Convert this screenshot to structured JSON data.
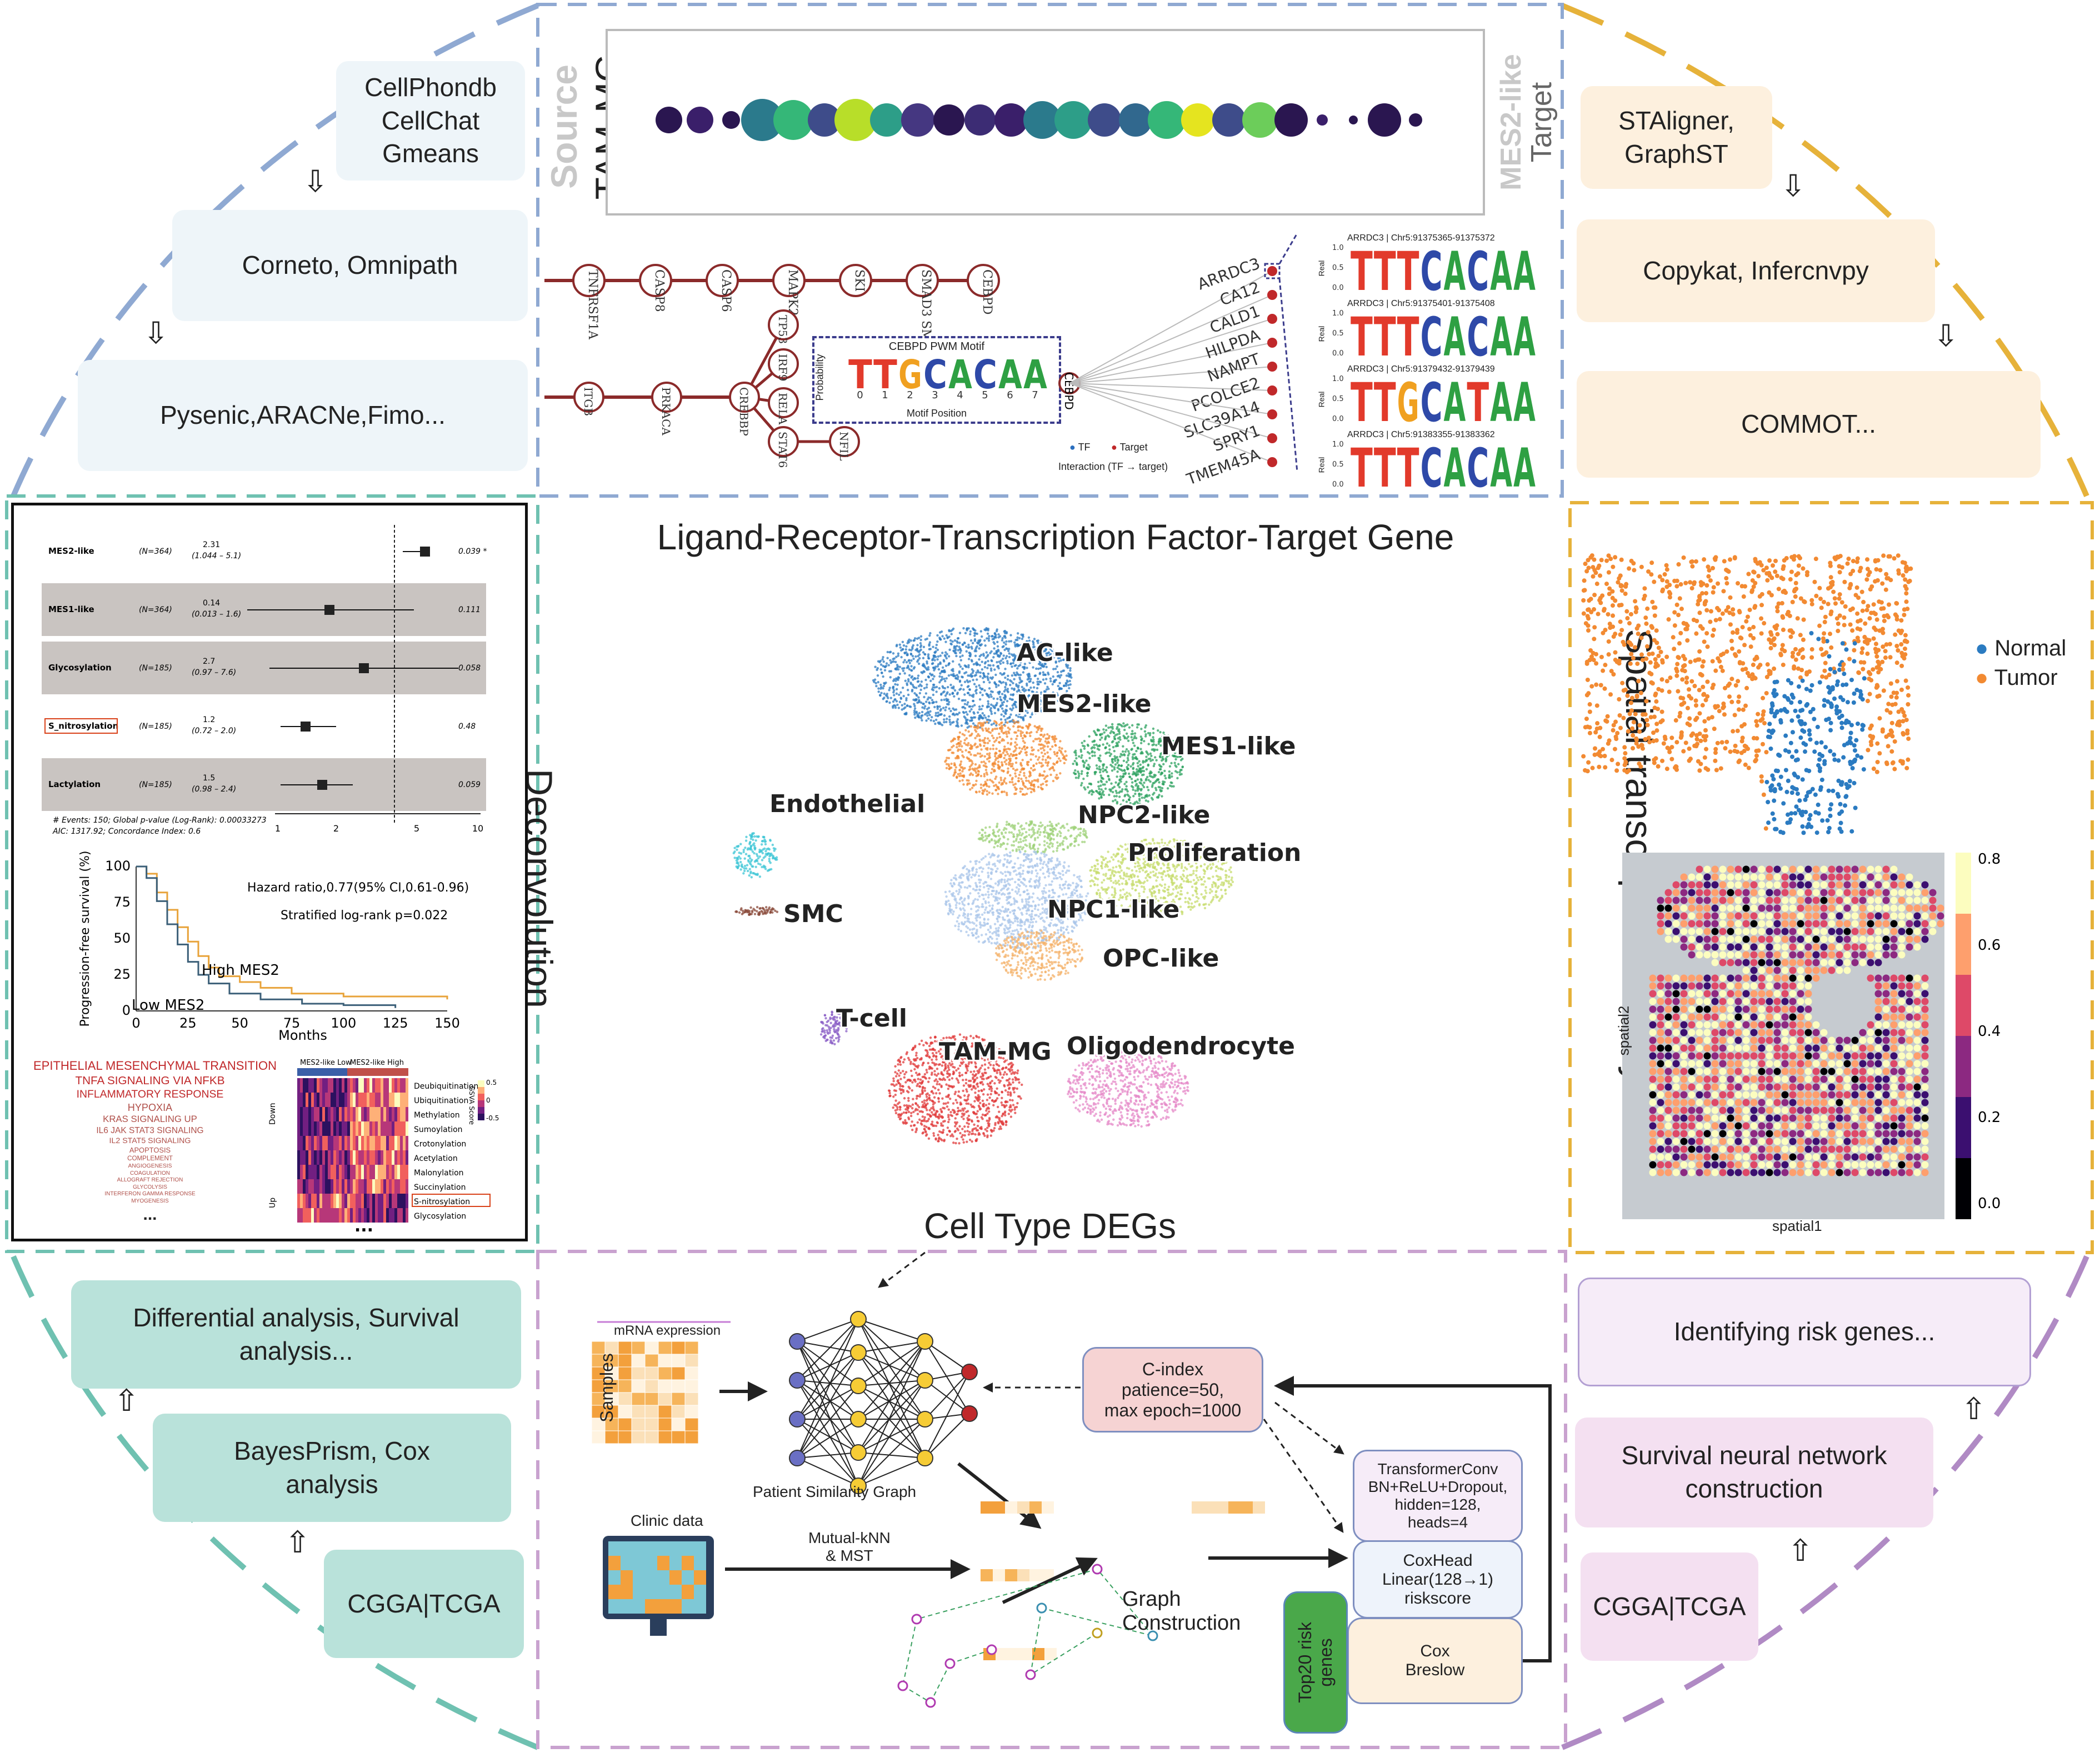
{
  "colors": {
    "blue": "#8fa9d2",
    "orange": "#e6b23a",
    "teal": "#6fc1b1",
    "purple": "#b08ac4"
  },
  "top_left": {
    "tools1": "CellPhondb\nCellChat\nGmeans",
    "tools2": "Corneto, Omnipath",
    "tools3": "Pysenic,ARACNe,Fimo..."
  },
  "top_right": {
    "tools1": "STAligner,\nGraphST",
    "tools2": "Copykat, Infercnvpy",
    "tools3": "COMMOT..."
  },
  "bottom_left": {
    "tools1": "Differential analysis, Survival\nanalysis...",
    "tools2": "BayesPrism, Cox\nanalysis",
    "tools3": "CGGA|TCGA"
  },
  "bottom_right": {
    "tools1": "Identifying risk genes...",
    "tools2": "Survival neural network\nconstruction",
    "tools3": "CGGA|TCGA"
  },
  "section_titles": {
    "top": "Ligand-Receptor-Transcription Factor-Target Gene",
    "left": "Deconvolution",
    "right": "Spatial transcriptome analysis",
    "bottom": "Cell Type DEGs"
  },
  "lr_panel": {
    "source": "Source",
    "source_cell": "TAM-MG",
    "target": "Target",
    "target_cell": "MES2-like",
    "dots": [
      "#2a1650",
      "#3a1f6a",
      "#2a1650",
      "#2b7a8c",
      "#35b778",
      "#3e4c8a",
      "#b8de29",
      "#2d9e88",
      "#453781",
      "#2a1650",
      "#3c2c74",
      "#3a1f6a",
      "#2b7a8c",
      "#2d9e88",
      "#3e4c8a",
      "#31688e",
      "#35b778",
      "#e5e41f",
      "#3e4c8a",
      "#6ccd5a",
      "#2a1650",
      "#3a1f6a",
      "#2a1650",
      "#2a1650",
      "#2a1650"
    ],
    "pathway_top": [
      "TNFRSF1A",
      "CASP8",
      "CASP6",
      "MAPK2",
      "SKI",
      "SMAD3 SMAD4",
      "CEBPD"
    ],
    "pathway_bottom": [
      "ITGB",
      "PRKACA",
      "CREBBP",
      "TP53",
      "IRF9",
      "RELA",
      "STAT6",
      "NFIL"
    ],
    "motif_title": "CEBPD PWM Motif",
    "motif_seq": "TTGCACAA",
    "motif_xlabel": "Motif Position",
    "motif_ylabel": "Probability",
    "motif_ticks": [
      "0",
      "1",
      "2",
      "3",
      "4",
      "5",
      "6",
      "7"
    ],
    "hub": "CEBPD",
    "targets": [
      "ARRDC3",
      "CA12",
      "CALD1",
      "HILPDA",
      "NAMPT",
      "PCOLCE2",
      "SLC39A14",
      "SPRY1",
      "TMEM45A"
    ],
    "legend_tf": "TF",
    "legend_target": "Target",
    "legend_interaction": "Interaction (TF → target)",
    "logos": [
      {
        "title": "ARRDC3 | Chr5:91375365-91375372",
        "seq": "TTTCACAA"
      },
      {
        "title": "ARRDC3 | Chr5:91375401-91375408",
        "seq": "TTTCACAA"
      },
      {
        "title": "ARRDC3 | Chr5:91379432-91379439",
        "seq": "TTGCATAA"
      },
      {
        "title": "ARRDC3 | Chr5:91383355-91383362",
        "seq": "TTTCACAA"
      }
    ],
    "logo_ylabel": "Real",
    "logo_ticks": [
      "1.0",
      "0.5",
      "0.0"
    ]
  },
  "forest": {
    "rows": [
      {
        "name": "MES2-like",
        "n": "(N=364)",
        "hr": "2.31",
        "ci": "(1.044 – 5.1)",
        "p": "0.039 *",
        "shade": false
      },
      {
        "name": "MES1-like",
        "n": "(N=364)",
        "hr": "0.14",
        "ci": "(0.013 – 1.6)",
        "p": "0.111",
        "shade": true
      },
      {
        "name": "Glycosylation",
        "n": "(N=185)",
        "hr": "2.7",
        "ci": "(0.97 – 7.6)",
        "p": "0.058",
        "shade": true
      },
      {
        "name": "S_nitrosylation",
        "n": "(N=185)",
        "hr": "1.2",
        "ci": "(0.72 – 2.0)",
        "p": "0.48",
        "shade": false
      },
      {
        "name": "Lactylation",
        "n": "(N=185)",
        "hr": "1.5",
        "ci": "(0.98 – 2.4)",
        "p": "0.059",
        "shade": true
      }
    ],
    "footer1": "# Events: 150; Global p-value (Log-Rank): 0.00033273",
    "footer2": "AIC: 1317.92; Concordance Index: 0.6",
    "axis_ticks": [
      "1",
      "2",
      "5",
      "10"
    ]
  },
  "km": {
    "ylabel": "Progression-free survival (%)",
    "xlabel": "Months",
    "hr_text": "Hazard ratio,0.77(95% CI,0.61-0.96)",
    "p_text": "Stratified log-rank p=0.022",
    "high": "High MES2",
    "low": "Low MES2",
    "xticks": [
      "0",
      "25",
      "50",
      "75",
      "100",
      "125",
      "150"
    ],
    "yticks": [
      "100",
      "75",
      "50",
      "25",
      "0"
    ]
  },
  "gsea": {
    "terms": [
      "EPITHELIAL MESENCHYMAL TRANSITION",
      "TNFA SIGNALING VIA NFKB",
      "INFLAMMATORY RESPONSE",
      "HYPOXIA",
      "KRAS SIGNALING UP",
      "IL6 JAK STAT3 SIGNALING",
      "IL2 STAT5 SIGNALING",
      "APOPTOSIS",
      "COMPLEMENT",
      "ANGIOGENESIS",
      "COAGULATION",
      "ALLOGRAFT REJECTION",
      "GLYCOLYSIS",
      "INTERFERON GAMMA RESPONSE",
      "MYOGENESIS"
    ],
    "ellipsis": "..."
  },
  "heatmap": {
    "col1": "MES2-like Low",
    "col2": "MES2-like High",
    "down": "Down",
    "up": "Up",
    "score_label": "GSVA Score",
    "scale": [
      "0.5",
      "0",
      "-0.5"
    ],
    "rows": [
      "Deubiquitination",
      "Ubiquitination",
      "Methylation",
      "Sumoylation",
      "Crotonylation",
      "Acetylation",
      "Malonylation",
      "Succinylation",
      "S-nitrosylation",
      "Glycosylation"
    ],
    "ellipsis": "..."
  },
  "umap": {
    "clusters": [
      {
        "name": "AC-like",
        "color": "#2b7bc1"
      },
      {
        "name": "MES2-like",
        "color": "#f28a32"
      },
      {
        "name": "MES1-like",
        "color": "#2ca25f"
      },
      {
        "name": "Endothelial",
        "color": "#3ec6d6"
      },
      {
        "name": "NPC2-like",
        "color": "#9fd17a"
      },
      {
        "name": "Proliferation",
        "color": "#c7dc6e"
      },
      {
        "name": "SMC",
        "color": "#8a4a3a"
      },
      {
        "name": "NPC1-like",
        "color": "#a9c6ea"
      },
      {
        "name": "OPC-like",
        "color": "#f4b26a"
      },
      {
        "name": "T-cell",
        "color": "#8a5ec6"
      },
      {
        "name": "TAM-MG",
        "color": "#e03a3a"
      },
      {
        "name": "Oligodendrocyte",
        "color": "#e58ac8"
      }
    ]
  },
  "spatial": {
    "legend_normal": "Normal",
    "legend_tumor": "Tumor",
    "normal_color": "#2b7bc1",
    "tumor_color": "#f28a32",
    "xlabel": "spatial1",
    "ylabel": "spatial2",
    "cbar": [
      "0.8",
      "0.6",
      "0.4",
      "0.2",
      "0.0"
    ]
  },
  "nn": {
    "mrna": "mRNA expression",
    "samples": "Samples",
    "patient_graph": "Patient Similarity Graph",
    "clinic": "Clinic data",
    "mutual": "Mutual-kNN\n& MST",
    "graph_construction": "Graph\nConstruction",
    "cindex": "C-index\npatience=50,\nmax epoch=1000",
    "transformer": "TransformerConv\nBN+ReLU+Dropout,\nhidden=128,\nheads=4",
    "coxhead": "CoxHead\nLinear(128→1)\nriskscore",
    "cox": "Cox\nBreslow",
    "top20": "Top20 risk\ngenes"
  }
}
